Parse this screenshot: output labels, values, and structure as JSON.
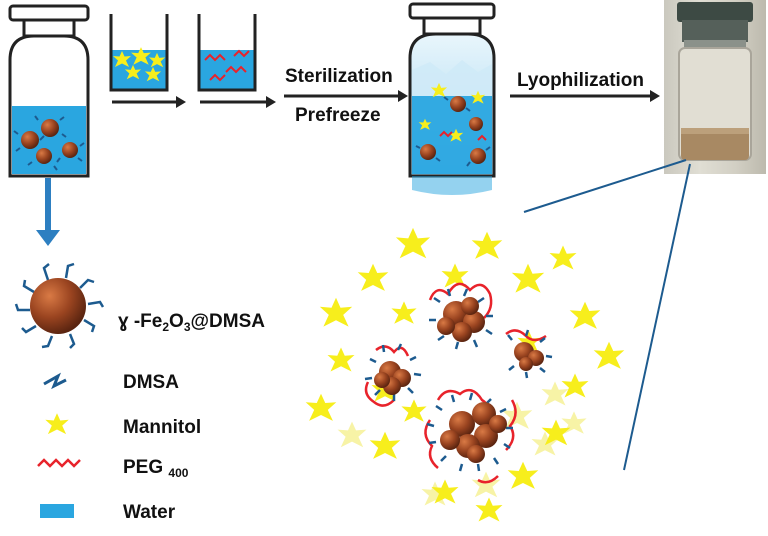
{
  "process": {
    "step1_label": "Sterilization",
    "step2_label": "Prefreeze",
    "step3_label": "Lyophilization"
  },
  "legend": {
    "particle": {
      "prefix": "ɣ -Fe",
      "s1": "2",
      "mid": "O",
      "s2": "3",
      "suffix": "@DMSA"
    },
    "dmsa": "DMSA",
    "mannitol": "Mannitol",
    "peg": {
      "name": "PEG",
      "sub": "400"
    },
    "water": "Water"
  },
  "colors": {
    "water": "#2aa6e0",
    "mannitol": "#f7ee1c",
    "peg": "#e8232b",
    "dmsa": "#1d5b8f",
    "particle": "#8a3a1c",
    "arrow": "#2d7fc1"
  }
}
